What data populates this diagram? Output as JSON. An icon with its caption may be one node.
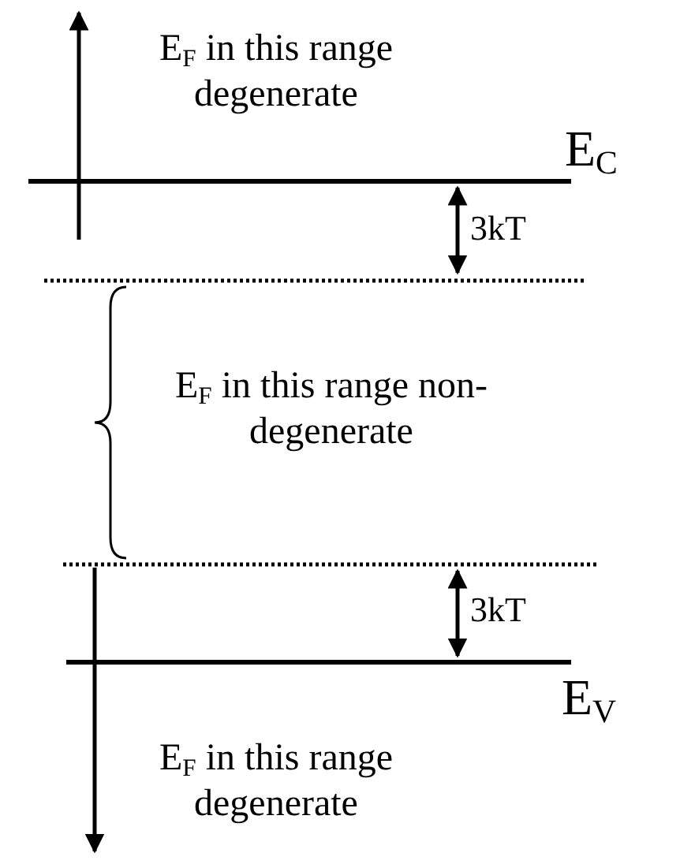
{
  "diagram": {
    "labels": [
      "E$_{F}$ in this range degenerate",
      "E$_{C}$",
      "3kT",
      "E$_{F}$ in this range non-degenerate",
      "3kT",
      "E$_{V}$",
      "E$_{F}$ in this range degenerate"
    ]
  }
}
